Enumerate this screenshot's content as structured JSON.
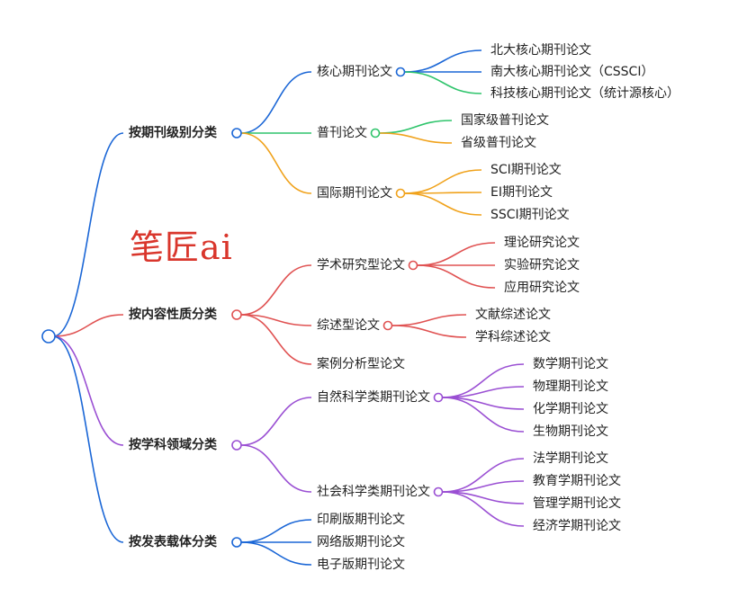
{
  "watermark": "笔匠ai",
  "colors": {
    "blue": "#1a66d6",
    "green": "#2ec46b",
    "orange": "#f0a21b",
    "red": "#e05252",
    "purple": "#9a4fd3"
  },
  "tree": {
    "children": [
      {
        "label": "按期刊级别分类",
        "color": "blue",
        "children": [
          {
            "label": "核心期刊论文",
            "color": "blue",
            "children": [
              {
                "label": "北大核心期刊论文",
                "color": "blue"
              },
              {
                "label": "南大核心期刊论文（CSSCI）",
                "color": "blue"
              },
              {
                "label": "科技核心期刊论文（统计源核心）",
                "color": "green"
              }
            ]
          },
          {
            "label": "普刊论文",
            "color": "green",
            "children": [
              {
                "label": "国家级普刊论文",
                "color": "green"
              },
              {
                "label": "省级普刊论文",
                "color": "orange"
              }
            ]
          },
          {
            "label": "国际期刊论文",
            "color": "orange",
            "children": [
              {
                "label": "SCI期刊论文",
                "color": "orange"
              },
              {
                "label": "EI期刊论文",
                "color": "orange"
              },
              {
                "label": "SSCI期刊论文",
                "color": "orange"
              }
            ]
          }
        ]
      },
      {
        "label": "按内容性质分类",
        "color": "red",
        "children": [
          {
            "label": "学术研究型论文",
            "color": "red",
            "children": [
              {
                "label": "理论研究论文",
                "color": "red"
              },
              {
                "label": "实验研究论文",
                "color": "red"
              },
              {
                "label": "应用研究论文",
                "color": "red"
              }
            ]
          },
          {
            "label": "综述型论文",
            "color": "red",
            "children": [
              {
                "label": "文献综述论文",
                "color": "red"
              },
              {
                "label": "学科综述论文",
                "color": "red"
              }
            ]
          },
          {
            "label": "案例分析型论文",
            "color": "red"
          }
        ]
      },
      {
        "label": "按学科领域分类",
        "color": "purple",
        "children": [
          {
            "label": "自然科学类期刊论文",
            "color": "purple",
            "children": [
              {
                "label": "数学期刊论文",
                "color": "purple"
              },
              {
                "label": "物理期刊论文",
                "color": "purple"
              },
              {
                "label": "化学期刊论文",
                "color": "purple"
              },
              {
                "label": "生物期刊论文",
                "color": "purple"
              }
            ]
          },
          {
            "label": "社会科学类期刊论文",
            "color": "purple",
            "children": [
              {
                "label": "法学期刊论文",
                "color": "purple"
              },
              {
                "label": "教育学期刊论文",
                "color": "purple"
              },
              {
                "label": "管理学期刊论文",
                "color": "purple"
              },
              {
                "label": "经济学期刊论文",
                "color": "purple"
              }
            ]
          }
        ]
      },
      {
        "label": "按发表载体分类",
        "color": "blue",
        "children": [
          {
            "label": "印刷版期刊论文",
            "color": "blue"
          },
          {
            "label": "网络版期刊论文",
            "color": "blue"
          },
          {
            "label": "电子版期刊论文",
            "color": "blue"
          }
        ]
      }
    ]
  }
}
